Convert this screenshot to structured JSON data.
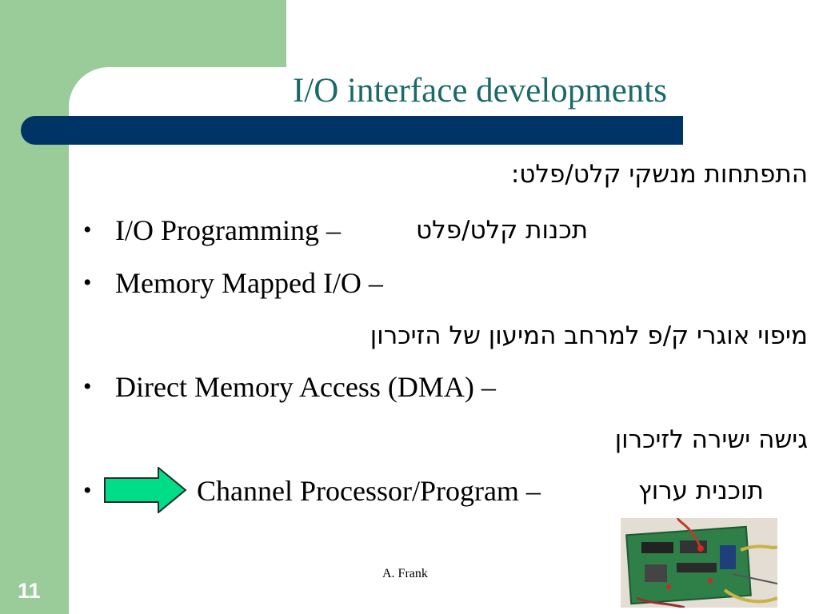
{
  "slide": {
    "title": "I/O interface developments",
    "subtitle_he": "התפתחות מנשקי קלט/פלט:",
    "bullets": [
      {
        "en": "I/O Programming –",
        "he": "תכנות קלט/פלט"
      },
      {
        "en": "Memory Mapped I/O –",
        "he": "מיפוי אוגרי ק/פ למרחב המיעון של הזיכרון"
      },
      {
        "en": "Direct Memory Access (DMA) –",
        "he": "גישה ישירה לזיכרון"
      },
      {
        "en": "Channel Processor/Program –",
        "he": "תוכנית ערוץ"
      }
    ],
    "bullet_char": "•",
    "footer": "A. Frank",
    "slide_number": "11"
  },
  "colors": {
    "sidebar": "#99cc99",
    "title_text": "#1b6a6a",
    "title_bar": "#003366",
    "arrow_fill": "#00dd88"
  },
  "icons": {
    "arrow": "right-arrow-icon",
    "photo": "circuit-board-photo"
  }
}
